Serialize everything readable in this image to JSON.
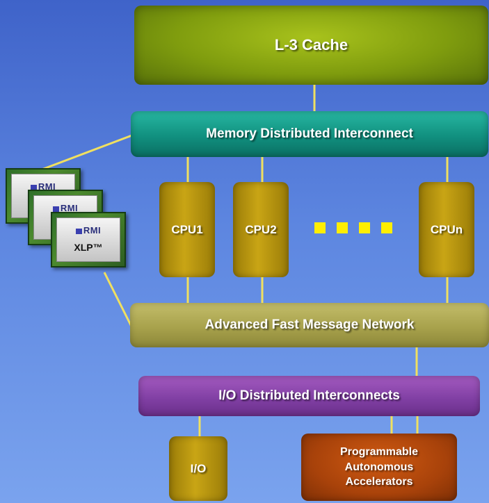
{
  "diagram": {
    "l3_cache": "L-3 Cache",
    "memory_interconnect": "Memory Distributed Interconnect",
    "cpus": [
      "CPU1",
      "CPU2",
      "CPUn"
    ],
    "message_network": "Advanced Fast Message Network",
    "io_interconnects": "I/O Distributed Interconnects",
    "io": "I/O",
    "accelerators": [
      "Programmable",
      "Autonomous",
      "Accelerators"
    ]
  },
  "chips": [
    {
      "brand": "RMI",
      "model": "XLP™"
    },
    {
      "brand": "RMI",
      "model": "XLP™"
    },
    {
      "brand": "RMI",
      "model": "XLP™"
    }
  ],
  "colors": {
    "connector": "#f0e060",
    "dots": "#ffee00",
    "background_top": "#3f63c9",
    "background_bottom": "#7aa3ee"
  }
}
